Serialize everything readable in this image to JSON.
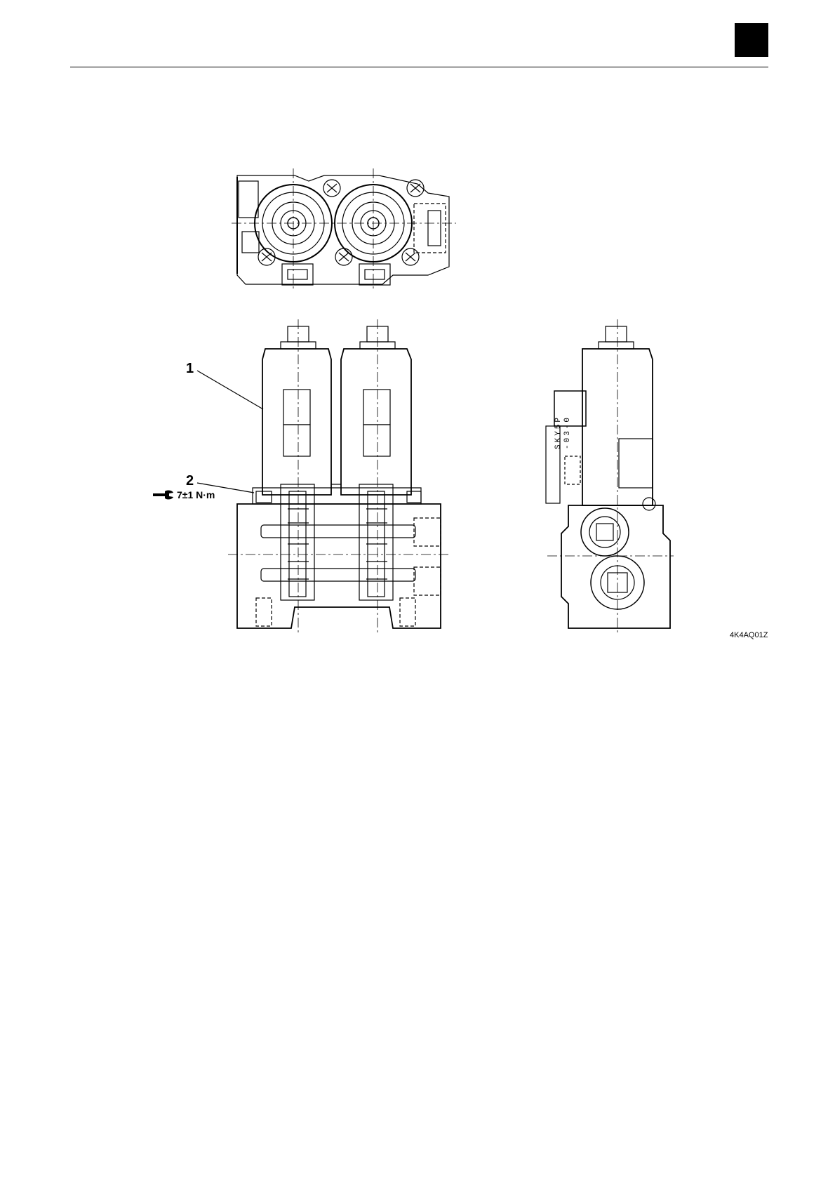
{
  "page": {
    "tab_color": "#000000"
  },
  "figure": {
    "callouts": [
      {
        "label": "1"
      },
      {
        "label": "2"
      }
    ],
    "torque_spec": "7±1 N·m",
    "torque_icon": "wrench-icon",
    "figure_id": "4K4AQ01Z",
    "body_marking_line1": "SKY5P",
    "body_marking_line2": "-03-0"
  }
}
